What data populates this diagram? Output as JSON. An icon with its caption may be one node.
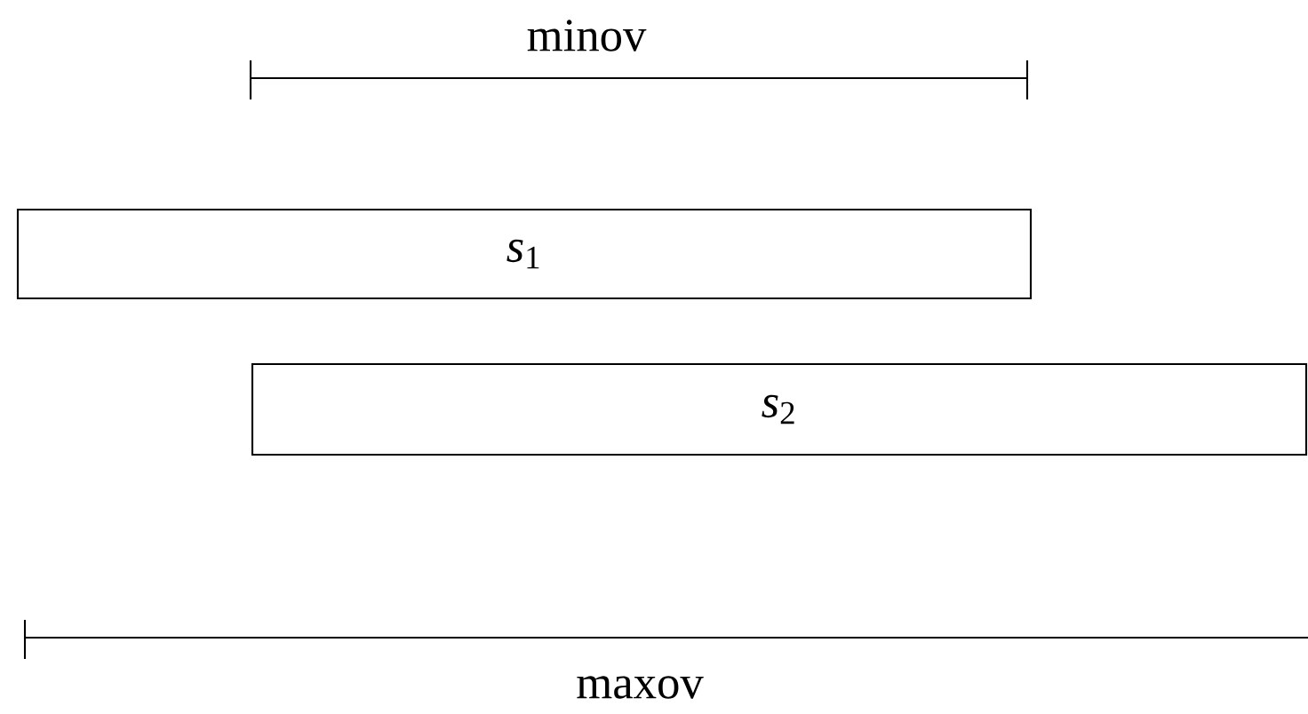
{
  "diagram": {
    "nodes": [
      {
        "text": [
          "*s*$_{1}$"
        ]
      },
      {
        "text": [
          "*s*$_{2}$"
        ]
      }
    ],
    "labels": [
      "minov",
      "maxov"
    ]
  }
}
